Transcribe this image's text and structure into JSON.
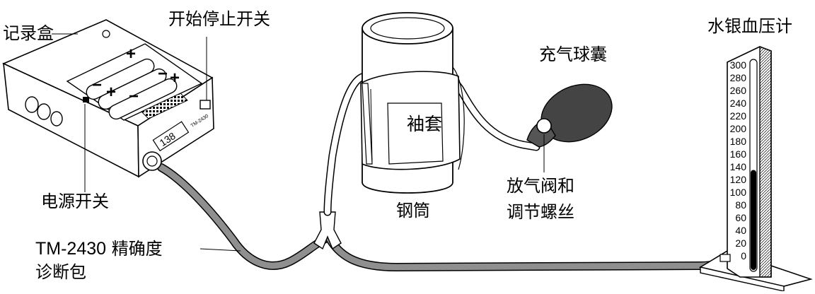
{
  "labels": {
    "record_box": "记录盒",
    "start_stop_switch": "开始停止开关",
    "power_switch": "电源开关",
    "kit_model": "TM-2430",
    "kit_name_1": "精确度",
    "kit_name_2": "诊断包",
    "cuff": "袖套",
    "steel_cylinder": "钢筒",
    "inflation_bulb": "充气球囊",
    "valve_line_1": "放气阀和",
    "valve_line_2": "调节螺丝",
    "manometer": "水银血压计"
  },
  "device": {
    "display_digits": "138",
    "model_mark": "TM-2430"
  },
  "manometer": {
    "scale": [
      "300",
      "280",
      "260",
      "240",
      "220",
      "200",
      "180",
      "160",
      "140",
      "120",
      "100",
      "80",
      "60",
      "40",
      "20",
      "0"
    ],
    "mercury_level_mmhg": 135
  }
}
